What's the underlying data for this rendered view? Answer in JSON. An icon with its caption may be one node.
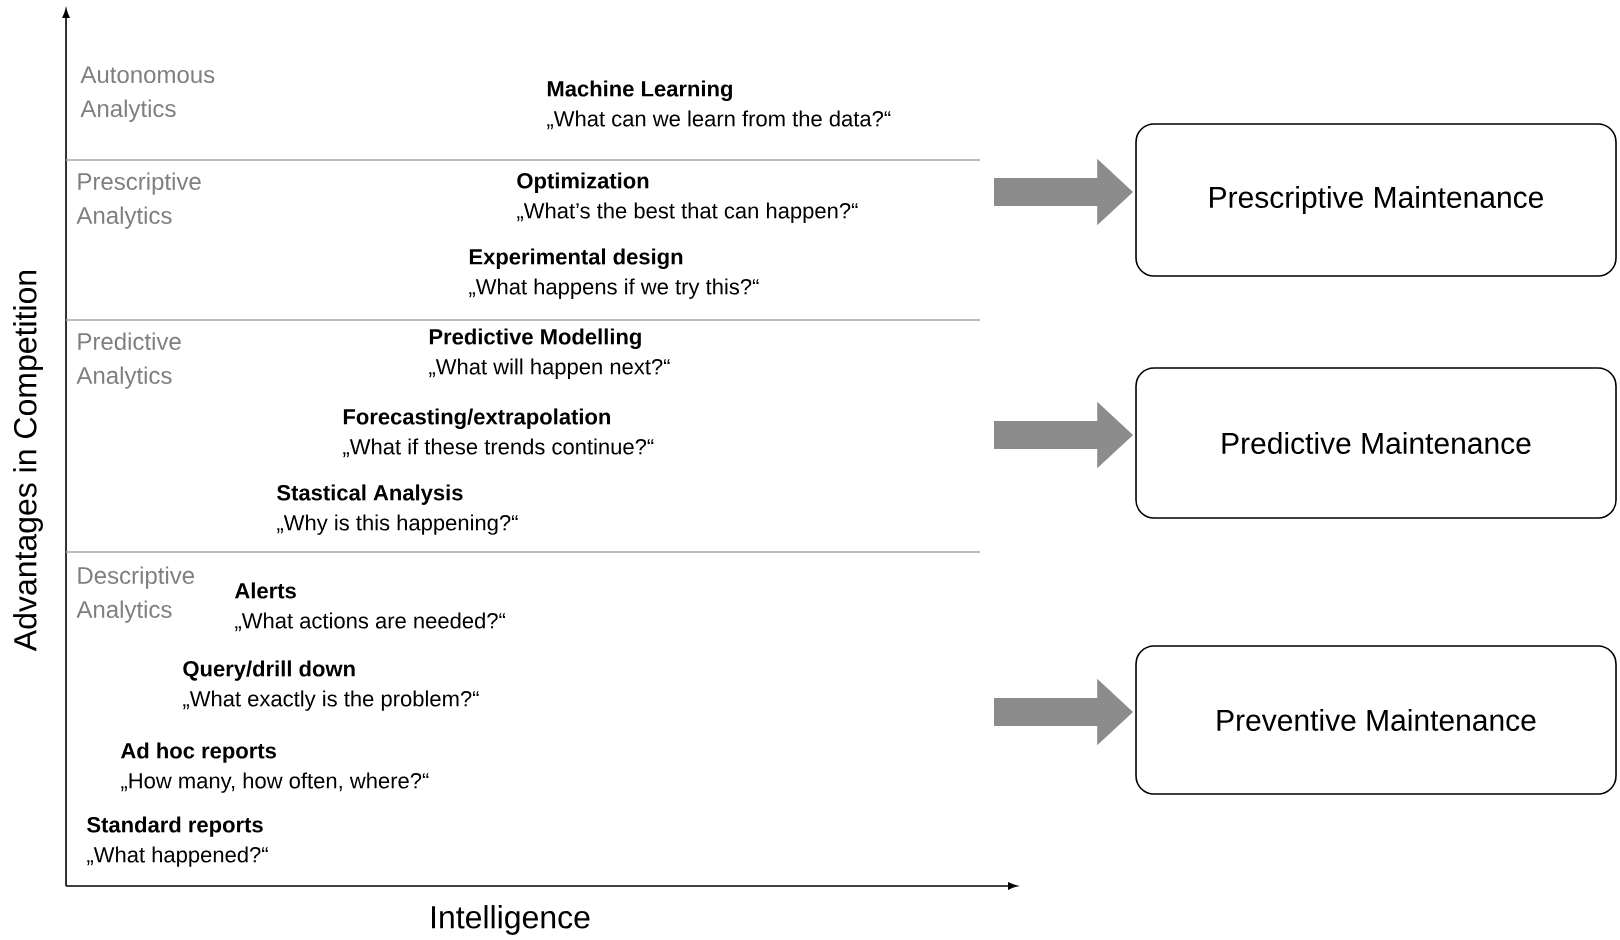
{
  "diagram": {
    "nodes": [
      {
        "text": [
          "Prescriptive Maintenance"
        ]
      },
      {
        "text": [
          "Predictive Maintenance"
        ]
      },
      {
        "text": [
          "Preventive Maintenance"
        ]
      }
    ],
    "edges": [
      {
        "from": null,
        "to": 0,
        "arrow": "to"
      },
      {
        "from": null,
        "to": 1,
        "arrow": "to"
      },
      {
        "from": null,
        "to": 2,
        "arrow": "to"
      }
    ],
    "labels": [
      "Autonomous Analytics",
      "Machine Learning",
      "„What can we learn from the data?“",
      "Prescriptive Analytics",
      "Optimization",
      "„What’s the best that can happen?“",
      "Experimental design",
      "„What happens if we try this?“",
      "Predictive Analytics",
      "Predictive Modelling",
      "„What will happen next?“",
      "Forecasting/extrapolation",
      "„What if these trends continue?“",
      "Stastical Analysis",
      "„Why is this happening?“",
      "Descriptive Analytics",
      "Alerts",
      "„What actions are needed?“",
      "Query/drill down",
      "„What exactly is the problem?“",
      "Ad hoc reports",
      "„How many, how often, where?“",
      "Standard reports",
      "„What happened?“",
      "Advantages in Competition",
      "Intelligence"
    ]
  }
}
